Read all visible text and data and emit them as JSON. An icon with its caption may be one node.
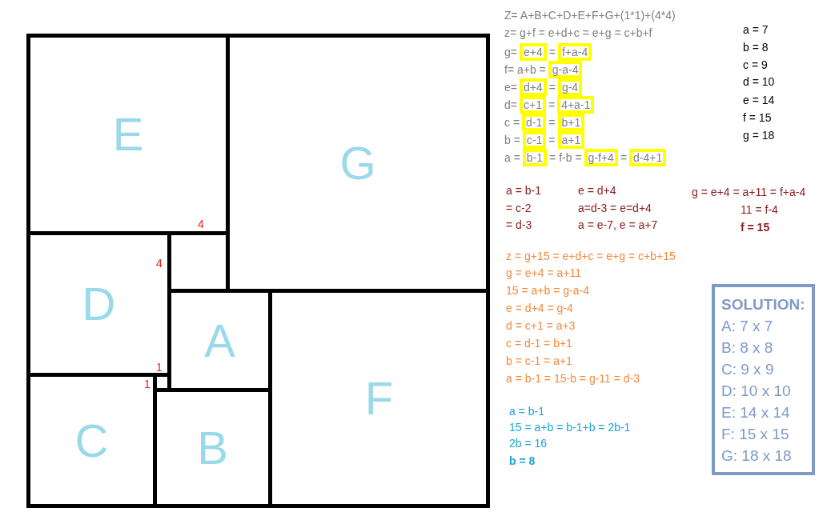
{
  "diagram": {
    "nodes": [
      {
        "text": [
          "E"
        ]
      },
      {
        "text": [
          "G"
        ]
      },
      {
        "text": [],
        "shape": "box"
      },
      {
        "text": [
          "D"
        ]
      },
      {
        "text": [
          "A"
        ]
      },
      {
        "text": [
          "F"
        ]
      },
      {
        "text": [],
        "shape": "box"
      },
      {
        "text": [
          "C"
        ]
      },
      {
        "text": [
          "B"
        ]
      },
      {
        "text": [
          "e+4"
        ]
      },
      {
        "text": [
          "f+a-4"
        ]
      },
      {
        "text": [
          "g-a-4"
        ]
      },
      {
        "text": [
          "d+4"
        ]
      },
      {
        "text": [
          "g-4"
        ]
      },
      {
        "text": [
          "c+1"
        ]
      },
      {
        "text": [
          "4+a-1"
        ]
      },
      {
        "text": [
          "d-1"
        ]
      },
      {
        "text": [
          "b+1"
        ]
      },
      {
        "text": [
          "c-1"
        ]
      },
      {
        "text": [
          "a+1"
        ]
      },
      {
        "text": [
          "b-1"
        ]
      },
      {
        "text": [
          "g-f+4"
        ]
      },
      {
        "text": [
          "d-4+1"
        ]
      },
      {
        "text": [
          "SOLUTION:",
          "A: 7 x 7",
          "B: 8 x 8",
          "C: 9 x 9",
          "D: 10 x 10",
          "E: 14 x 14",
          "F: 15 x 15",
          "G: 18 x 18"
        ]
      }
    ],
    "edges": [],
    "labels": [
      "Z= A+B+C+D+E+F+G+(1*1)+(4*4)",
      "z= g+f = e+d+c = e+g = c+b+f",
      "g=",
      "=",
      "f= a+b =",
      "e=",
      "=",
      "d=",
      "=",
      "c =",
      "=",
      "b =",
      "=",
      "a =",
      "= f-b =",
      "=",
      "a = 7",
      "b = 8",
      "c = 9",
      "d = 10",
      "e = 14",
      "f = 15",
      "g = 18",
      "4",
      "4",
      "1",
      "1",
      "a = b-1",
      "= c-2",
      "= d-3",
      "e = d+4",
      "a=d-3 = e=d+4",
      "a = e-7, e = a+7",
      "g = e+4 = a+11 = f+a-4",
      "11 = f-4",
      "f = 15",
      "z = g+15 = e+d+c = e+g = c+b+15",
      "g = e+4 = a+11",
      "15 = a+b = g-a-4",
      "e = d+4 = g-4",
      "d = c+1 = a+3",
      "c = d-1 = b+1",
      "b = c-1 = a+1",
      "a = b-1 = 15-b = g-11 = d-3",
      "a = b-1",
      "15 = a+b = b-1+b = 2b-1",
      "2b = 16",
      "b = 8"
    ]
  }
}
